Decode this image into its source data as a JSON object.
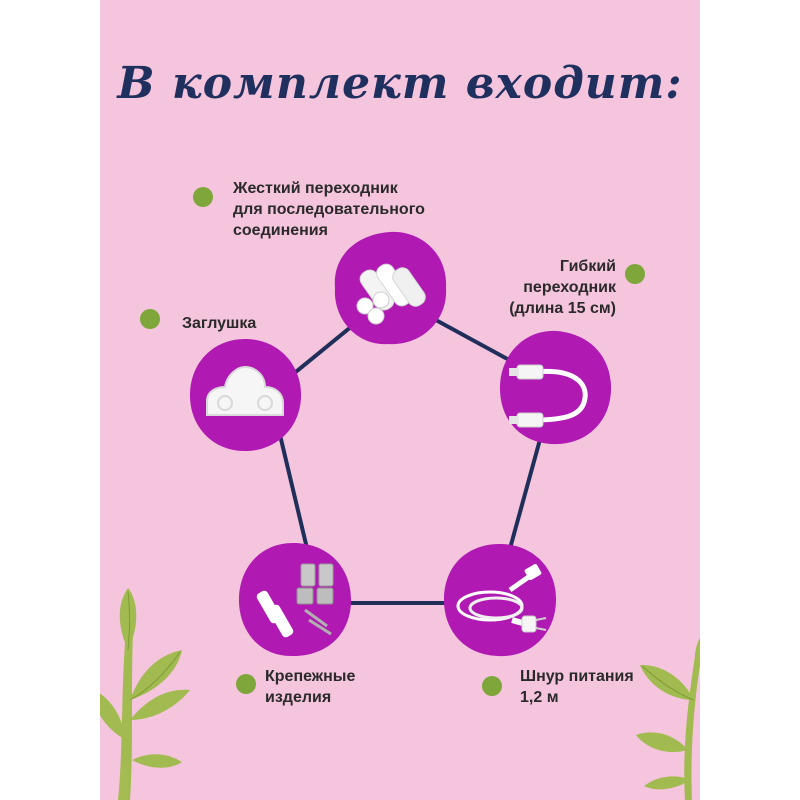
{
  "title": "В комплект входит:",
  "items": [
    {
      "id": "rigid-adapter",
      "label": "Жесткий переходник\nдля последовательного\nсоединения"
    },
    {
      "id": "flexible-adapter",
      "label": "Гибкий\nпереходник\n(длина 15 см)"
    },
    {
      "id": "power-cord",
      "label": "Шнур питания\n1,2 м"
    },
    {
      "id": "fasteners",
      "label": "Крепежные\nизделия"
    },
    {
      "id": "end-cap",
      "label": "Заглушка"
    }
  ],
  "colors": {
    "background": "#f5c4dd",
    "title": "#20305e",
    "connector_line": "#1f2f5a",
    "circle": "#b01ab3",
    "bullet": "#7ea63a",
    "leaf": "#9cbb45"
  }
}
